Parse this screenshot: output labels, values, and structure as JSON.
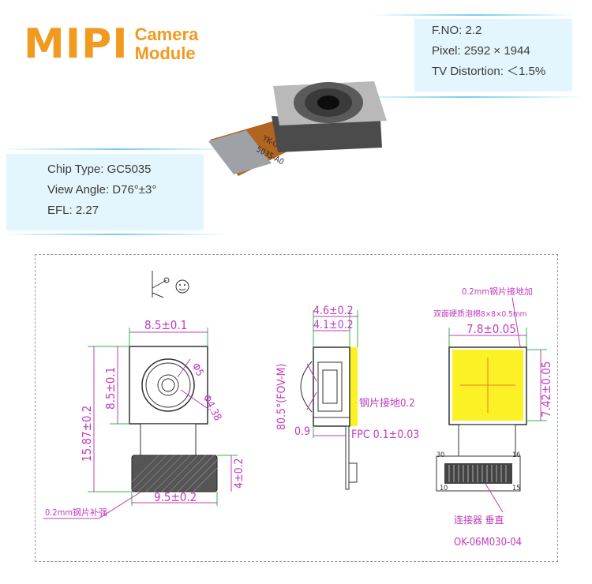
{
  "brand": {
    "title_big": "MIPI",
    "title_line1": "Camera",
    "title_line2": "Module"
  },
  "specs_right": {
    "fno": "F.NO: 2.2",
    "pixel": "Pixel: 2592 × 1944",
    "distortion": "TV Distortion: ＜1.5%"
  },
  "specs_left": {
    "chip": "Chip Type: GC5035",
    "angle": "View Angle: D76°±3°",
    "efl": "EFL: 2.27"
  },
  "product": {
    "fpc_print_1": "YK-G6",
    "fpc_print_2": "5035-A0"
  },
  "drawing": {
    "front": {
      "width_top": "8.5±0.1",
      "height_lens": "8.5±0.1",
      "total_height": "15.87±0.2",
      "phi_outer": "Φ5",
      "phi_inner": "Φ4.38",
      "bottom_width": "9.5±0.2",
      "bottom_height": "4±0.2",
      "note": "0.2mm钢片补强"
    },
    "side": {
      "dim_46": "4.6±0.2",
      "dim_41": "4.1±0.2",
      "fov": "80.5°(FOV-M)",
      "steel_note": "钢片接地0.2",
      "dim_09": "0.9",
      "fpc": "FPC 0.1±0.03"
    },
    "back": {
      "note_top": "0.2mm钢片接地加",
      "note_tape": "双面硬质泡棉8×8×0.5mm",
      "width": "7.8±0.05",
      "height": "7.42±0.05",
      "pin30": "30",
      "pin16": "16",
      "pin10": "10",
      "pin15": "15",
      "connector_note": "连接器 垂直",
      "part_no": "OK-06M030-04"
    }
  },
  "colors": {
    "brand_orange": "#f29a1f",
    "dimension_magenta": "#c03bbd",
    "extension_green": "#2fb44a",
    "steel_yellow": "#fbf125"
  }
}
